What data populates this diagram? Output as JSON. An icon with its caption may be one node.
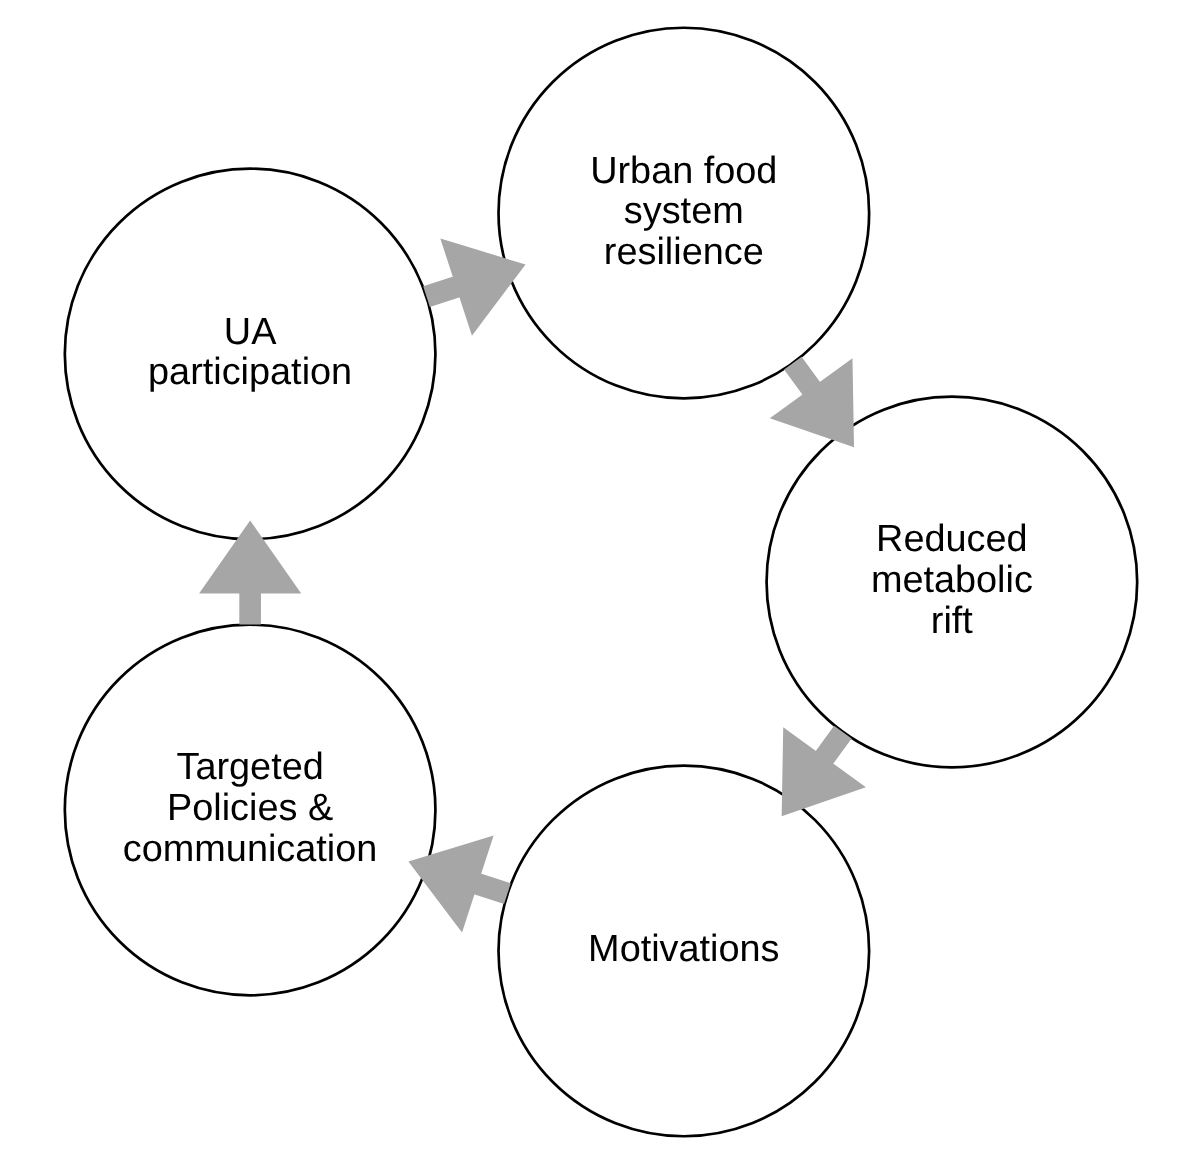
{
  "diagram": {
    "nodes": [
      {
        "text": [
          "Motivations"
        ]
      },
      {
        "text": [
          "Targeted Policies & communication"
        ]
      },
      {
        "text": [
          "UA participation"
        ]
      },
      {
        "text": [
          "Urban food system resilience"
        ]
      },
      {
        "text": [
          "Reduced metabolic rift"
        ]
      }
    ],
    "edges": [
      {
        "from": 0,
        "to": 1,
        "arrow": "to"
      },
      {
        "from": 1,
        "to": 2,
        "arrow": "to"
      },
      {
        "from": 2,
        "to": 3,
        "arrow": "to"
      },
      {
        "from": 3,
        "to": 4,
        "arrow": "to"
      },
      {
        "from": 4,
        "to": 0,
        "arrow": "to"
      }
    ]
  }
}
